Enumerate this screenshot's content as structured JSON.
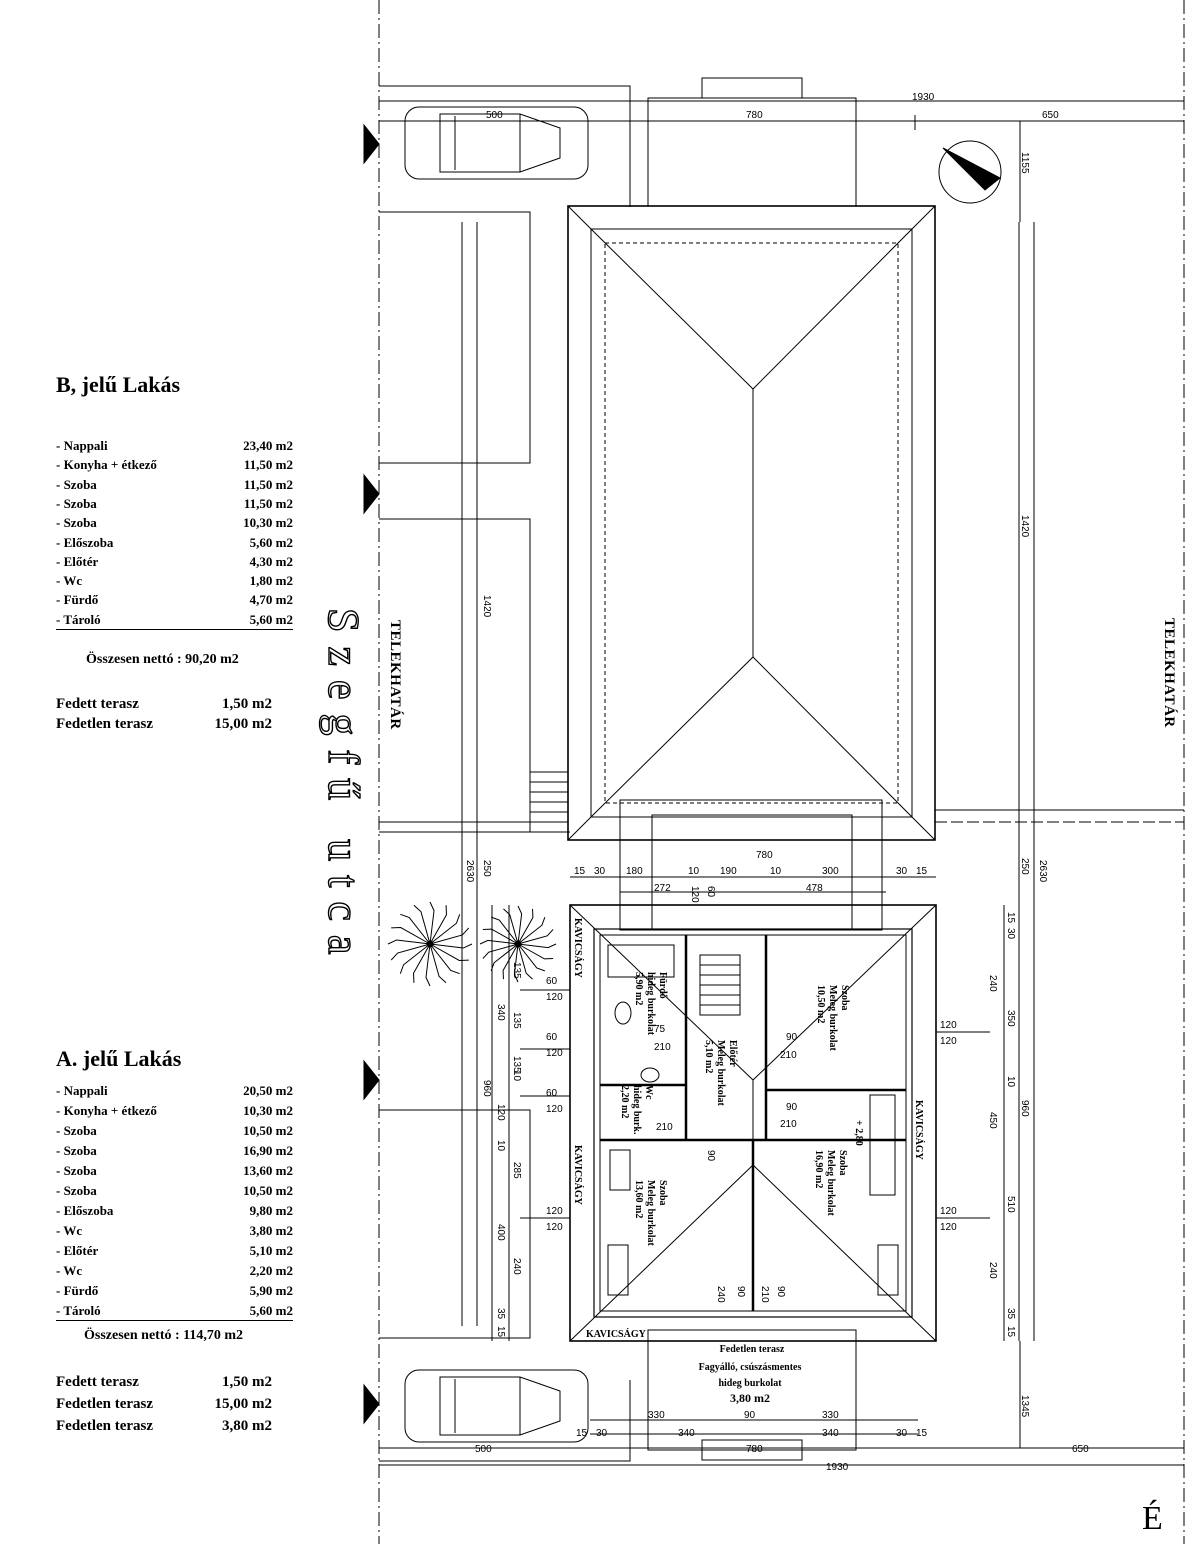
{
  "apartment_b": {
    "title": "B, jelű Lakás",
    "rooms": [
      {
        "name": "- Nappali",
        "area": "23,40 m2"
      },
      {
        "name": "- Konyha + étkező",
        "area": "11,50 m2"
      },
      {
        "name": "- Szoba",
        "area": "11,50 m2"
      },
      {
        "name": "- Szoba",
        "area": "11,50 m2"
      },
      {
        "name": "- Szoba",
        "area": "10,30 m2"
      },
      {
        "name": "- Előszoba",
        "area": "5,60 m2"
      },
      {
        "name": "- Előtér",
        "area": "4,30 m2"
      },
      {
        "name": "- Wc",
        "area": "1,80 m2"
      },
      {
        "name": "- Fürdő",
        "area": "4,70 m2"
      },
      {
        "name": "- Tároló",
        "area": "5,60 m2"
      }
    ],
    "total": "Összesen nettó : 90,20 m2",
    "terraces": [
      {
        "name": "Fedett terasz",
        "area": "1,50 m2"
      },
      {
        "name": "Fedetlen terasz",
        "area": "15,00 m2"
      }
    ]
  },
  "apartment_a": {
    "title": "A. jelű Lakás",
    "rooms": [
      {
        "name": "- Nappali",
        "area": "20,50 m2"
      },
      {
        "name": "- Konyha + étkező",
        "area": "10,30 m2"
      },
      {
        "name": "- Szoba",
        "area": "10,50 m2"
      },
      {
        "name": "- Szoba",
        "area": "16,90 m2"
      },
      {
        "name": "- Szoba",
        "area": "13,60 m2"
      },
      {
        "name": "- Szoba",
        "area": "10,50 m2"
      },
      {
        "name": "- Előszoba",
        "area": "9,80 m2"
      },
      {
        "name": "- Wc",
        "area": "3,80 m2"
      },
      {
        "name": "- Előtér",
        "area": "5,10 m2"
      },
      {
        "name": "- Wc",
        "area": "2,20 m2"
      },
      {
        "name": "- Fürdő",
        "area": "5,90 m2"
      },
      {
        "name": "- Tároló",
        "area": "5,60 m2"
      }
    ],
    "total": "Összesen nettó : 114,70 m2",
    "terraces": [
      {
        "name": "Fedett terasz",
        "area": "1,50 m2"
      },
      {
        "name": "Fedetlen terasz",
        "area": "15,00 m2"
      },
      {
        "name": "Fedetlen terasz",
        "area": "3,80 m2"
      }
    ]
  },
  "street_name": "Szegfű utca",
  "boundary_label": "TELEKHATÁR",
  "gravel_label": "KAVICSÁGY",
  "north_letter": "É",
  "terrace_note": {
    "title": "Fedetlen terasz",
    "line1": "Fagyálló, csúszásmentes",
    "line2": "hideg burkolat",
    "area": "3,80 m2"
  },
  "rooms_plan": [
    {
      "name": "Szoba",
      "finish": "Meleg burkolat",
      "area": "10,50 m2"
    },
    {
      "name": "Előtér",
      "finish": "Meleg burkolat",
      "area": "5,10 m2"
    },
    {
      "name": "Szoba",
      "finish": "Meleg burkolat",
      "area": "16,90 m2"
    },
    {
      "name": "Szoba",
      "finish": "Meleg burkolat",
      "area": "13,60 m2"
    },
    {
      "name": "Fürdő",
      "finish": "hideg burkolat",
      "area": "5,90 m2"
    },
    {
      "name": "Wc",
      "finish": "hideg burk.",
      "area": "2,20 m2"
    }
  ],
  "level_mark": "+ 2,80",
  "dimensions": {
    "top": [
      "500",
      "780",
      "1930",
      "650",
      "1155"
    ],
    "right": [
      "1420",
      "2630",
      "250",
      "1345",
      "960"
    ],
    "left": [
      "1420",
      "2630",
      "250",
      "960"
    ],
    "house_top": [
      "780",
      "15",
      "30",
      "180",
      "10",
      "190",
      "10",
      "300",
      "30",
      "15",
      "272",
      "120",
      "60",
      "478"
    ],
    "bottom": [
      "330",
      "90",
      "330",
      "15",
      "30",
      "340",
      "340",
      "30",
      "15",
      "500",
      "780",
      "1930",
      "650"
    ],
    "side_right": [
      "15",
      "30",
      "240",
      "350",
      "10",
      "450",
      "510",
      "240",
      "35",
      "15",
      "120",
      "120",
      "120",
      "120"
    ],
    "side_left": [
      "135",
      "340",
      "135",
      "135",
      "10",
      "120",
      "10",
      "285",
      "400",
      "240",
      "35",
      "15",
      "60",
      "120",
      "60",
      "120",
      "60",
      "120",
      "120",
      "120"
    ],
    "inner": [
      "75",
      "210",
      "90",
      "210",
      "90",
      "210",
      "210",
      "90",
      "240",
      "90",
      "210",
      "90"
    ]
  }
}
